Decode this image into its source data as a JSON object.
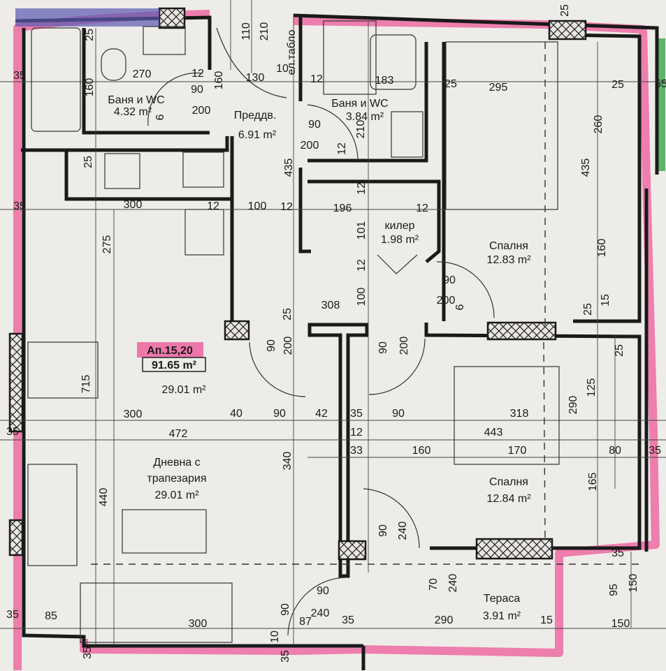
{
  "colors": {
    "outline_highlight": "#ec5a9a",
    "neighbor_highlight": "#3aa84a",
    "walls": "#1a1a1a",
    "paper": "#eeece8"
  },
  "apartment": {
    "label": "Ап.15,20",
    "total_area": "91.65 m²",
    "area_below_badge": "29.01 m²"
  },
  "rooms": [
    {
      "name": "Баня и WC",
      "area": "4.32 m²"
    },
    {
      "name": "Преддв.",
      "area": "6.91 m²"
    },
    {
      "name": "Баня и WC",
      "area": "3.84 m²"
    },
    {
      "name": "килер",
      "area": "1.98 m²"
    },
    {
      "name": "Спалня",
      "area": "12.83 m²"
    },
    {
      "name_line1": "Дневна с",
      "name_line2": "трапезария",
      "area": "29.01 m²"
    },
    {
      "name": "Спалня",
      "area": "12.84 m²"
    },
    {
      "name": "Тераса",
      "area": "3.91 m²"
    }
  ],
  "panel_label": "ел.табло",
  "dimensions": [
    "35",
    "270",
    "12",
    "90",
    "160",
    "200",
    "6",
    "25",
    "160",
    "110",
    "210",
    "130",
    "10",
    "12",
    "183",
    "25",
    "295",
    "25",
    "55",
    "25",
    "90",
    "200",
    "12",
    "210",
    "435",
    "25",
    "35",
    "300",
    "12",
    "100",
    "12",
    "196",
    "12",
    "12",
    "101",
    "12",
    "100",
    "308",
    "25",
    "90",
    "200",
    "6",
    "260",
    "435",
    "160",
    "15",
    "25",
    "275",
    "715",
    "200",
    "90",
    "90",
    "200",
    "25",
    "125",
    "290",
    "300",
    "40",
    "90",
    "42",
    "35",
    "90",
    "318",
    "35",
    "472",
    "12",
    "443",
    "33",
    "160",
    "170",
    "80",
    "35",
    "340",
    "440",
    "165",
    "90",
    "240",
    "70",
    "240",
    "90",
    "95",
    "150",
    "35",
    "90",
    "240",
    "87",
    "35",
    "290",
    "15",
    "150",
    "35",
    "85",
    "300",
    "10",
    "35",
    "35"
  ]
}
